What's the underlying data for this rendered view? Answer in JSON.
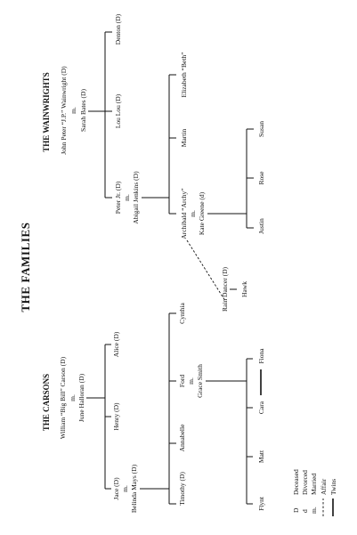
{
  "title": "THE FAMILIES",
  "sections": {
    "carsons": "THE CARSONS",
    "wainwrights": "THE WAINWRIGHTS"
  },
  "people": {
    "bill": "William “Big Bill” Carson (D)",
    "june": "June Halloran (D)",
    "jace": "Jace (D)",
    "belinda": "Belinda Mays (D)",
    "henry": "Henry (D)",
    "alice": "Alice (D)",
    "timothy": "Timothy (D)",
    "annabelle": "Annabelle",
    "ford": "Ford",
    "grace": "Grace Smith",
    "cynthia": "Cynthia",
    "flynt": "Flynt",
    "matt": "Matt",
    "cara": "Cara",
    "fiona": "Fiona",
    "jp": "John Peter “J.P.” Wainwright (D)",
    "sarah": "Sarah Bates (D)",
    "peterjr": "Peter Jr. (D)",
    "abigail": "Abigail Jenkins (D)",
    "loulou": "Lou Lou (D)",
    "denton": "Denton (D)",
    "archy": "Archibald “Archy”",
    "kate": "Kate Greene (d)",
    "martin": "Martin",
    "beth": "Elizabeth “Beth”",
    "justin": "Justin",
    "rose": "Rose",
    "susan": "Susan",
    "rain": "Rain Dancer (D)",
    "hawk": "Hawk"
  },
  "marriage_mark": "m.",
  "legend": [
    {
      "symbol": "D",
      "meaning": "Deceased"
    },
    {
      "symbol": "d",
      "meaning": "Divorced"
    },
    {
      "symbol": "m.",
      "meaning": "Married"
    },
    {
      "symbol": "- - - -",
      "meaning": "Affair"
    },
    {
      "symbol": "",
      "meaning": "Twins"
    }
  ]
}
